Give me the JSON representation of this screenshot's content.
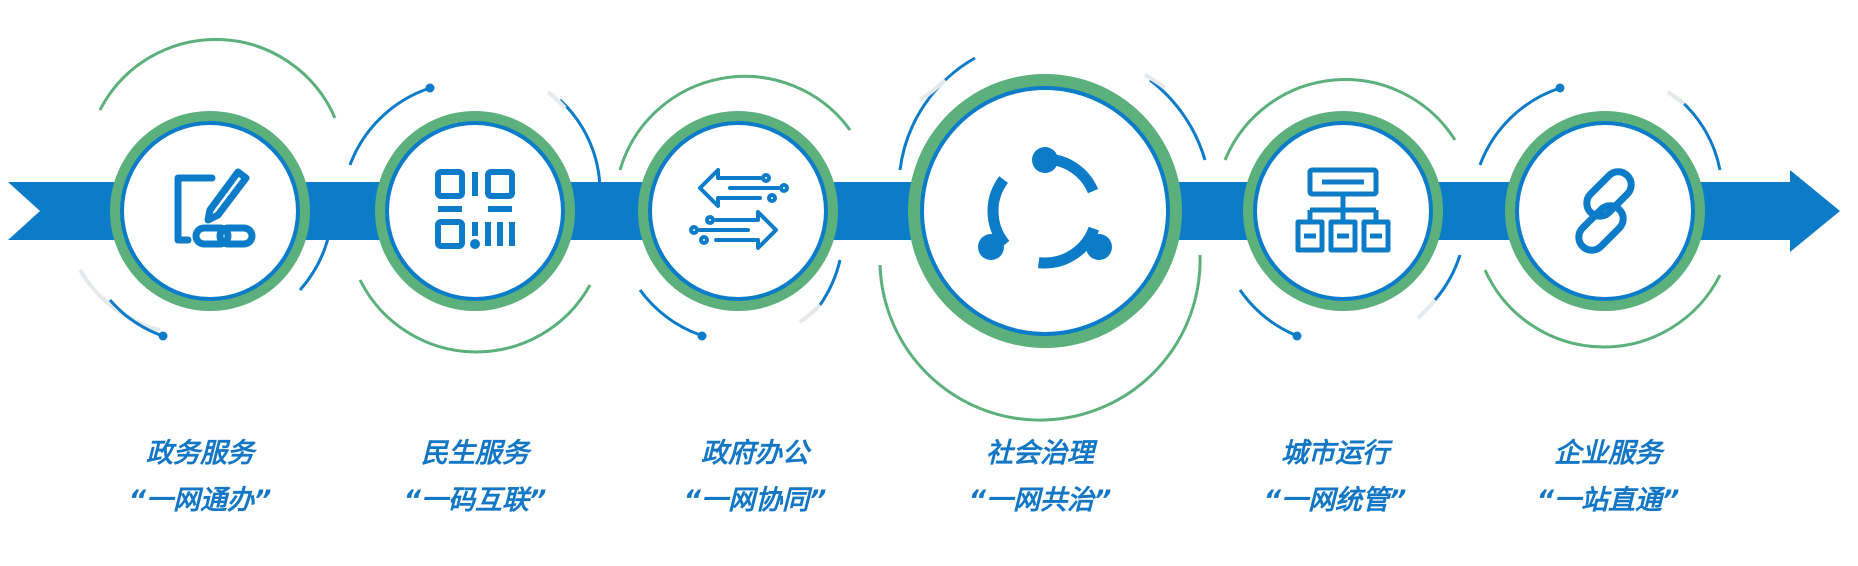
{
  "colors": {
    "blue": "#0c7cc8",
    "green": "#5bb07c",
    "light_gray": "#e6e9ec",
    "white": "#ffffff",
    "text": "#1377c5"
  },
  "items": [
    {
      "line1": "政务服务",
      "line2": "“一网通办”",
      "icon": "edit-link-icon"
    },
    {
      "line1": "民生服务",
      "line2": "“一码互联”",
      "icon": "qr-code-icon"
    },
    {
      "line1": "政府办公",
      "line2": "“一网协同”",
      "icon": "arrows-exchange-icon"
    },
    {
      "line1": "社会治理",
      "line2": "“一网共治”",
      "icon": "network-share-icon"
    },
    {
      "line1": "城市运行",
      "line2": "“一网统管”",
      "icon": "org-chart-icon"
    },
    {
      "line1": "企业服务",
      "line2": "“一站直通”",
      "icon": "chain-link-icon"
    }
  ]
}
